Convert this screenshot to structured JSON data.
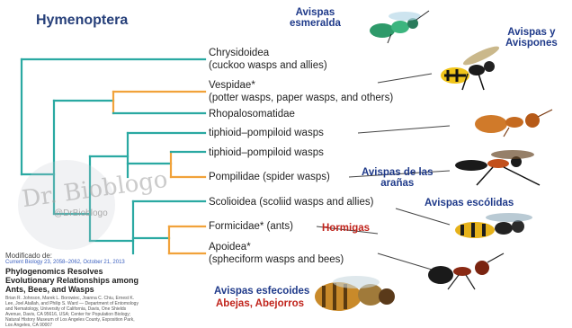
{
  "title": "Hymenoptera",
  "leaves": [
    {
      "name": "Chrysidoidea",
      "sub": "(cuckoo wasps and allies)"
    },
    {
      "name": "Vespidae*",
      "sub": "(potter wasps, paper wasps, and others)"
    },
    {
      "name": "Rhopalosomatidae",
      "sub": ""
    },
    {
      "name": "tiphioid–pompiloid wasps",
      "sub": ""
    },
    {
      "name": "tiphioid–pompiloid wasps",
      "sub": ""
    },
    {
      "name": "Pompilidae (spider wasps)",
      "sub": ""
    },
    {
      "name": "Scolioidea (scoliid wasps and allies)",
      "sub": ""
    },
    {
      "name": "Formicidae* (ants)",
      "sub": ""
    },
    {
      "name": "Apoidea*",
      "sub": "(spheciform wasps and bees)"
    }
  ],
  "spanish_labels": {
    "esmeralda": "Avispas\nesmeralda",
    "avispones": "Avispas y\nAvispones",
    "aranas": "Avispas de las\narañas",
    "escolidas": "Avispas escólidas",
    "hormigas": "Hormigas",
    "esfecoides": "Avispas esfecoides",
    "abejas": "Abejas, Abejorros"
  },
  "watermark": {
    "name": "Dr. Bioblogo",
    "handle": "@DrBioblogo"
  },
  "citation": {
    "modified": "Modificado de:",
    "journal": "Current Biology 23, 2058–2062, October 21, 2013",
    "title": "Phylogenomics Resolves Evolutionary Relationships among Ants, Bees, and Wasps",
    "authors": "Brian R. Johnson, Marek L. Borowiec, Joanna C. Chiu, Ernest K. Lee, Joel Atallah, and Philip S. Ward — Department of Entomology and Nematology, University of California, Davis, One Shields Avenue, Davis, CA 95616, USA; Center for Population Biology; Natural History Museum of Los Angeles County, Exposition Park, Los Angeles, CA 90007"
  },
  "colors": {
    "tree_teal": "#2aa9a2",
    "tree_orange": "#f1a23a",
    "label_blue": "#1f3a8a",
    "label_red": "#c0231b",
    "title": "#27407a"
  }
}
